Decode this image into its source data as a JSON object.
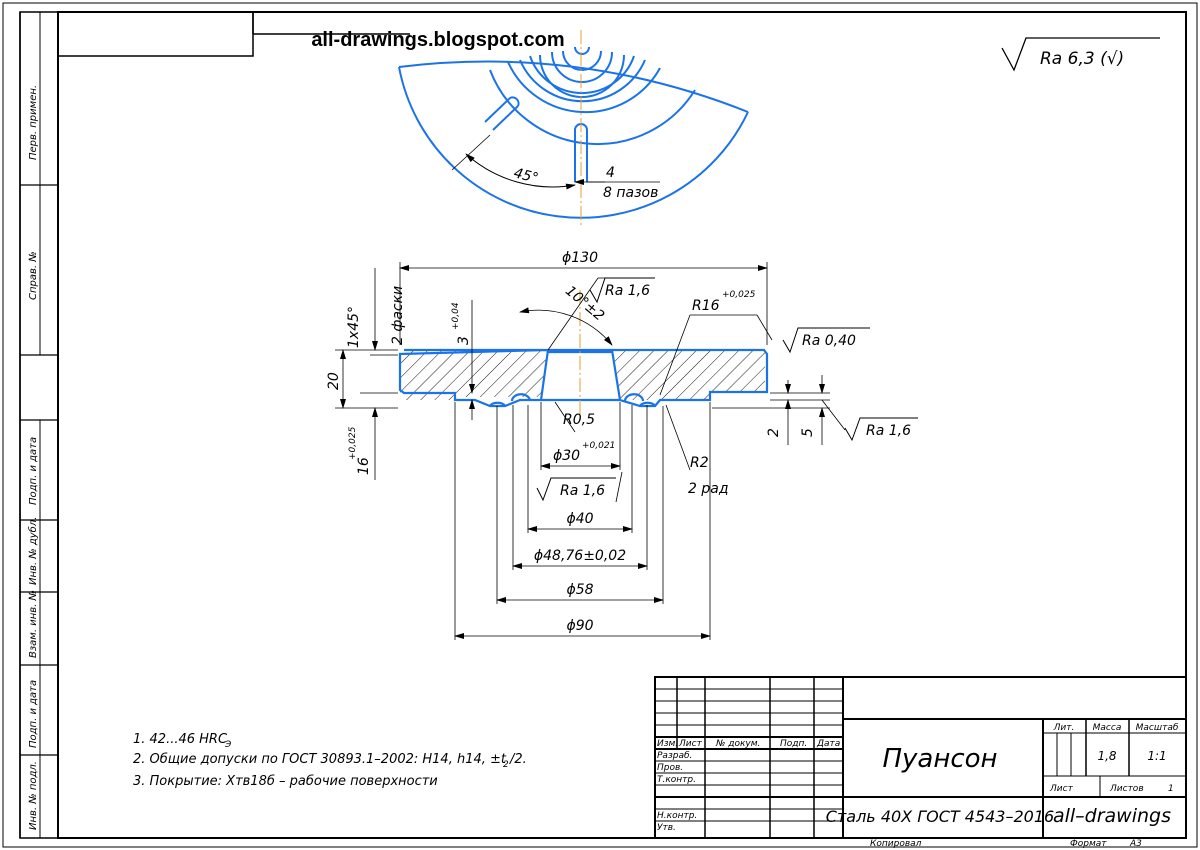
{
  "watermark": "all-drawings.blogspot.com",
  "roughness_general": "Ra 6,3 (√)",
  "plan_view": {
    "angle": "45°",
    "slot_width": "4",
    "slot_count": "8 пазов"
  },
  "dimensions": {
    "d130": "ϕ130",
    "ra_top": "Ra 1,6",
    "angle_cone": "10°±2",
    "r16": "R16",
    "r16_tol": "+0,025",
    "ra_flange": "Ra 0,40",
    "chamfer": "1x45°",
    "chamfer_count": "2 фаски",
    "h3": "3",
    "h3_tol": "+0,04",
    "h20": "20",
    "h16": "16",
    "h16_tol": "+0,025",
    "r05": "R0,5",
    "d30": "ϕ30",
    "d30_tol": "+0,021",
    "ra_bore": "Ra 1,6",
    "d40": "ϕ40",
    "d48": "ϕ48,76±0,02",
    "d58": "ϕ58",
    "d90": "ϕ90",
    "r2": "R2",
    "r2_count": "2 рад",
    "h2": "2",
    "h5": "5",
    "ra_side": "Ra 1,6"
  },
  "notes": [
    "1. 42...46 HRC",
    "2. Общие допуски по ГОСТ 30893.1–2002: H14, h14, ±t",
    "3. Покрытие: Хтв18б – рабочие поверхности"
  ],
  "note1_sub": "Э",
  "note2_sub": "2",
  "note2_tail": "/2.",
  "side_strip": [
    "Перв. примен.",
    "Справ. №",
    "Подп. и дата",
    "Инв. № дубл.",
    "Взам. инв. №",
    "Подп. и дата",
    "Инв. № подл."
  ],
  "title_block": {
    "col_headers": [
      "Изм.",
      "Лист",
      "№ докум.",
      "Подп.",
      "Дата"
    ],
    "rows": [
      "Разраб.",
      "Пров.",
      "Т.контр.",
      "Н.контр.",
      "Утв."
    ],
    "part_name": "Пуансон",
    "material": "Сталь 40Х ГОСТ 4543–2016",
    "org": "all–drawings",
    "lit_label": "Лит.",
    "mass_label": "Масса",
    "scale_label": "Масштаб",
    "mass_value": "1,8",
    "scale_value": "1:1",
    "sheet_label": "Лист",
    "sheets_label": "Листов",
    "sheets_value": "1",
    "copied": "Копировал",
    "format_label": "Формат",
    "format_value": "A3"
  },
  "colors": {
    "outline": "#1a73e8",
    "frame": "#000000",
    "axis": "#e0a030"
  }
}
